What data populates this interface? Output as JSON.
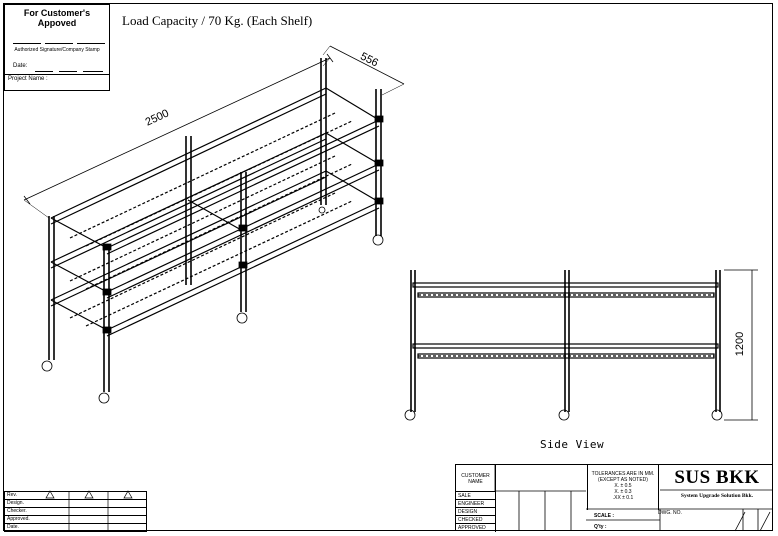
{
  "approval": {
    "title": "For Customer's  Appoved",
    "signature_label": "Authorized Signature/Company Stamp",
    "date_label": "Date:",
    "project_label": "Project Name :"
  },
  "notes": {
    "load_capacity": "Load Capacity / 70 Kg. (Each Shelf)"
  },
  "dimensions": {
    "length": "2500",
    "depth": "556",
    "height": "1200"
  },
  "views": {
    "side_view_label": "Side View"
  },
  "revision_table": {
    "rows": [
      "Rev.",
      "Design.",
      "Checker.",
      "Approved.",
      "Date."
    ]
  },
  "title_block": {
    "customer_name": "CUSTOMER NAME",
    "rows": [
      "SALE",
      "ENGINEER",
      "DESIGN",
      "CHECKED",
      "APPROVED"
    ],
    "tolerance_title": "TOLERANCES ARE IN MM. (EXCEPT AS NOTED)",
    "tolerances": [
      "X.  ± 0.5",
      "X.  ± 0.3",
      ".XX ± 0.1"
    ],
    "company": "SUS BKK",
    "company_full": "System Upgrade Solution Bkk.",
    "dwg_no": "DWG. NO.",
    "scale": "SCALE :",
    "qty": "Q'ty :"
  }
}
